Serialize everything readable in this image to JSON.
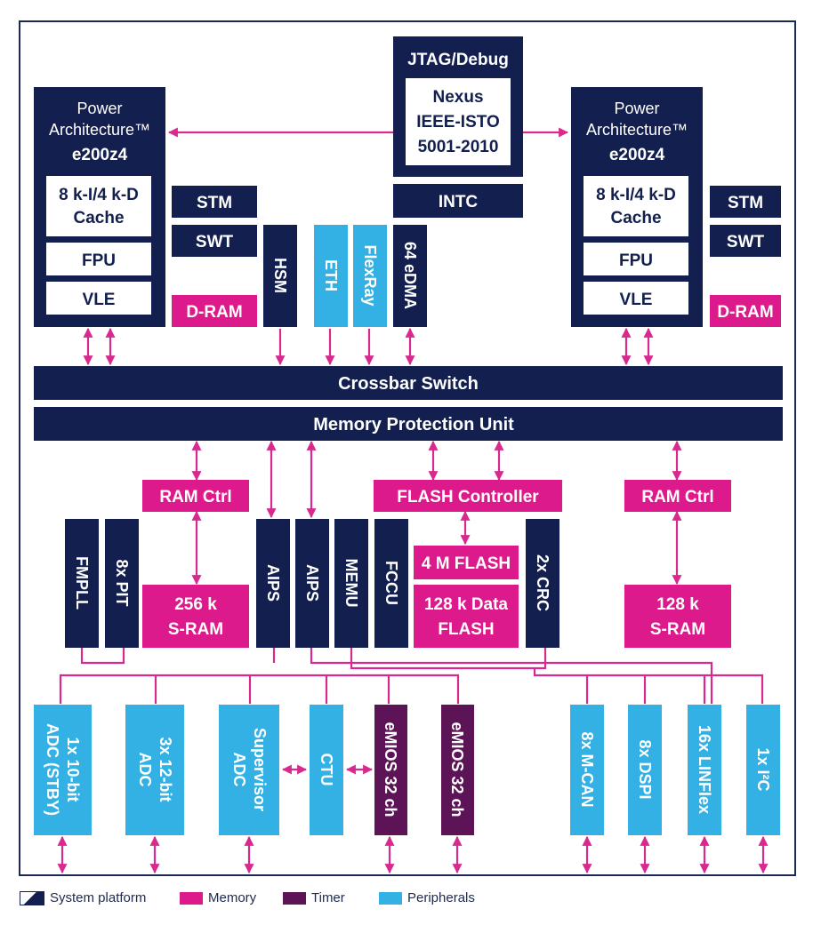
{
  "colors": {
    "navy": "#13204f",
    "magenta": "#dd1a8c",
    "purple": "#5c1457",
    "cyan": "#34b1e4",
    "line": "#d82a8e",
    "border": "#1c2952",
    "legend_text": "#1f2a4d"
  },
  "cores": {
    "left": {
      "title": [
        "Power",
        "Architecture™",
        "e200z4"
      ],
      "cache": [
        "8 k-I/4 k-D",
        "Cache"
      ],
      "fpu": "FPU",
      "vle": "VLE"
    },
    "right": {
      "title": [
        "Power",
        "Architecture™",
        "e200z4"
      ],
      "cache": [
        "8 k-I/4 k-D",
        "Cache"
      ],
      "fpu": "FPU",
      "vle": "VLE"
    }
  },
  "jtag": {
    "title": "JTAG/Debug",
    "nexus": [
      "Nexus",
      "IEEE-ISTO",
      "5001-2010"
    ]
  },
  "blocks": {
    "stm": "STM",
    "swt": "SWT",
    "dram": "D-RAM",
    "hsm": "HSM",
    "eth": "ETH",
    "flexray": "FlexRay",
    "edma": "64 eDMA",
    "intc": "INTC",
    "crossbar": "Crossbar Switch",
    "mpu": "Memory Protection Unit",
    "ram_ctrl": "RAM Ctrl",
    "flash_ctrl": "FLASH Controller",
    "fmpll": "FMPLL",
    "pit": "8x PIT",
    "sram_256": [
      "256 k",
      "S-RAM"
    ],
    "aips": "AIPS",
    "memu": "MEMU",
    "fccu": "FCCU",
    "flash_4m": "4 M FLASH",
    "data_flash": [
      "128 k Data",
      "FLASH"
    ],
    "crc": "2x CRC",
    "sram_128": [
      "128 k",
      "S-RAM"
    ]
  },
  "peripherals": {
    "adc_stby": [
      "ADC (STBY)",
      "1x 10-bit"
    ],
    "adc_12": [
      "ADC",
      "3x 12-bit"
    ],
    "adc_sup": [
      "ADC",
      "Supervisor"
    ],
    "ctu": "CTU",
    "emios": "eMIOS 32 ch",
    "mcan": "8x M-CAN",
    "dspi": "8x DSPI",
    "linflex": "16x LINFlex",
    "i2c": "1x I²C"
  },
  "legend": [
    {
      "label": "System platform",
      "color": "#13204f"
    },
    {
      "label": "Memory",
      "color": "#dd1a8c"
    },
    {
      "label": "Timer",
      "color": "#5c1457"
    },
    {
      "label": "Peripherals",
      "color": "#34b1e4"
    }
  ]
}
